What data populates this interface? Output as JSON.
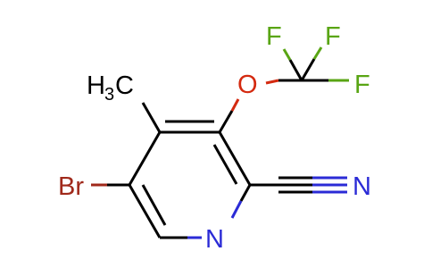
{
  "molecule": {
    "atoms": {
      "methyl_h": "H",
      "methyl_sub": "3",
      "methyl_c": "C",
      "oxygen": "O",
      "fluorine_1": "F",
      "fluorine_2": "F",
      "fluorine_3": "F",
      "bromine": "Br",
      "nitrogen_ring": "N",
      "nitrogen_nitrile": "N"
    },
    "colors": {
      "carbon_bond": "#000000",
      "nitrogen": "#2b2bd6",
      "oxygen": "#d42a10",
      "fluorine": "#59a514",
      "bromine": "#a0291b"
    }
  }
}
